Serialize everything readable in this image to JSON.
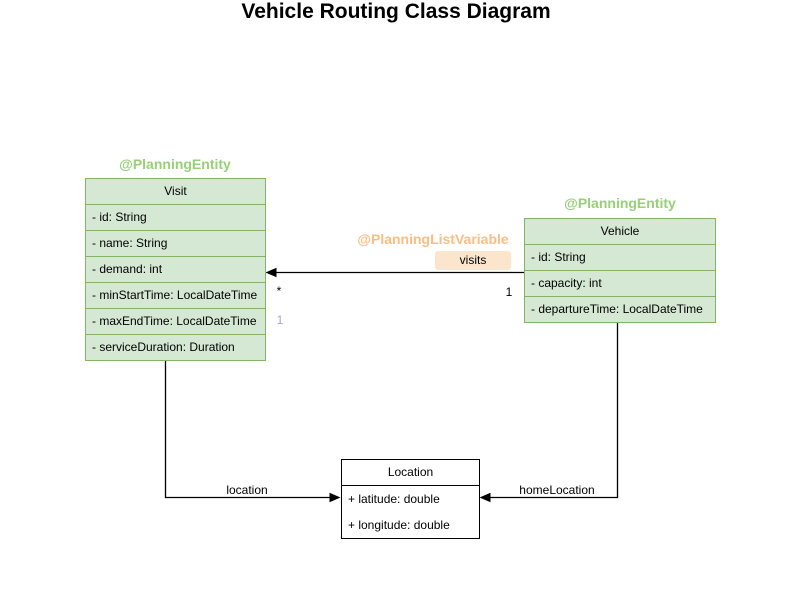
{
  "title": "Vehicle Routing Class Diagram",
  "colors": {
    "class_fill_green": "#d5e8d4",
    "class_border_green": "#82b366",
    "entity_annotation_green": "#97d077",
    "list_variable_annotation_orange": "#fbbd85",
    "visits_badge_bg": "#fce5cd",
    "plain_class_border": "#000000",
    "muted_multiplicity_purple": "#b39bc8"
  },
  "classes": {
    "visit": {
      "annotation": "@PlanningEntity",
      "name": "Visit",
      "attributes": [
        "- id: String",
        "- name: String",
        "- demand: int",
        "- minStartTime: LocalDateTime",
        "- maxEndTime: LocalDateTime",
        "- serviceDuration: Duration"
      ]
    },
    "vehicle": {
      "annotation": "@PlanningEntity",
      "name": "Vehicle",
      "attributes": [
        "- id: String",
        "- capacity: int",
        "- departureTime: LocalDateTime"
      ]
    },
    "location": {
      "name": "Location",
      "attributes": [
        "+ latitude: double",
        "+ longitude: double"
      ]
    }
  },
  "edges": {
    "visits": {
      "annotation": "@PlanningListVariable",
      "label": "visits",
      "multiplicity_at_visit": "*",
      "multiplicity_at_vehicle": "1",
      "muted_marker": "1"
    },
    "visit_location": {
      "label": "location"
    },
    "vehicle_location": {
      "label": "homeLocation"
    }
  }
}
